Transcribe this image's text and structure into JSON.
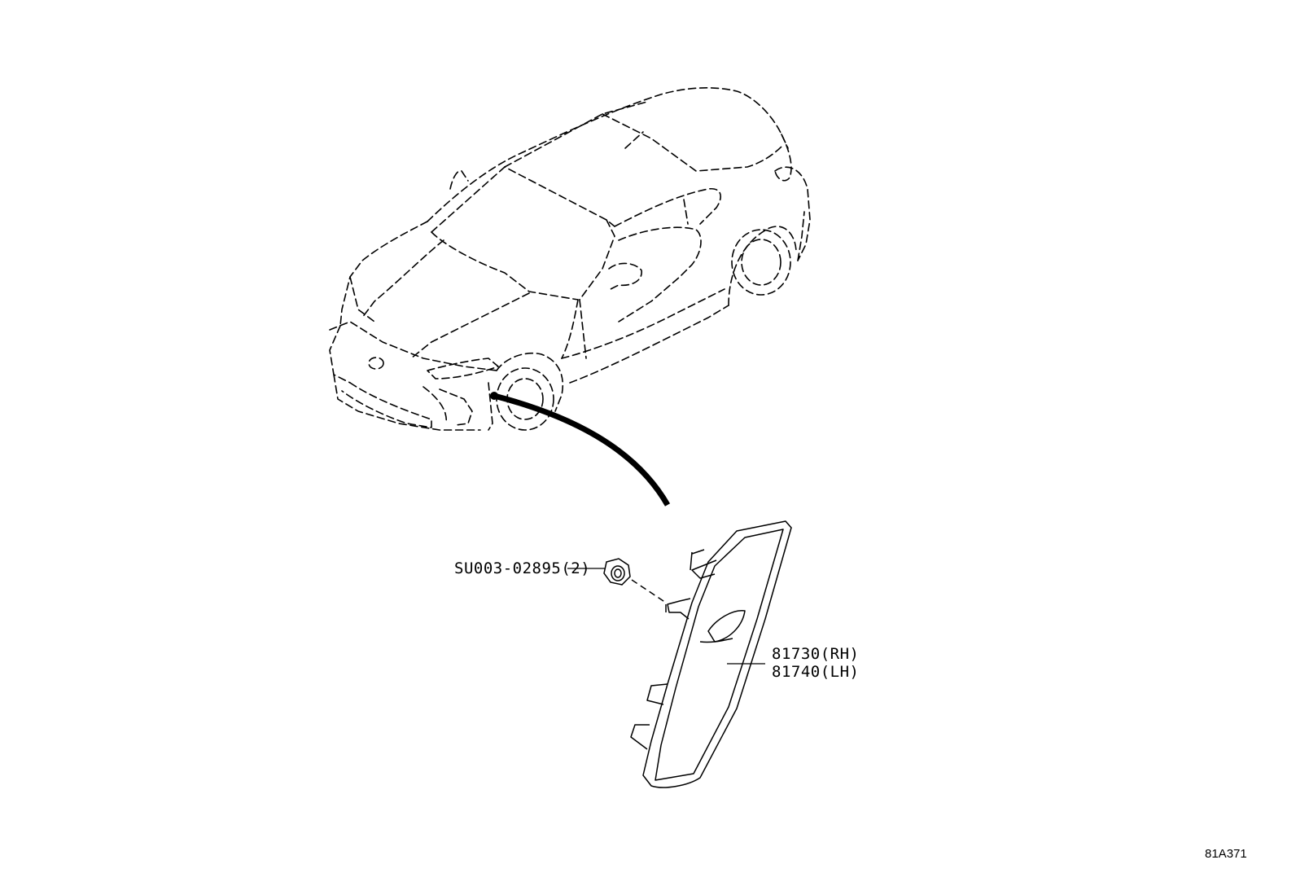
{
  "callouts": {
    "fastener": "SU003-02895(2)",
    "lamp_rh": "81730(RH)",
    "lamp_lh": "81740(LH)"
  },
  "illustration_ref": "81A371",
  "illustrations": {
    "vehicle": "car-outline-icon",
    "part": "side-marker-lamp-icon",
    "fastener": "nut-icon"
  }
}
